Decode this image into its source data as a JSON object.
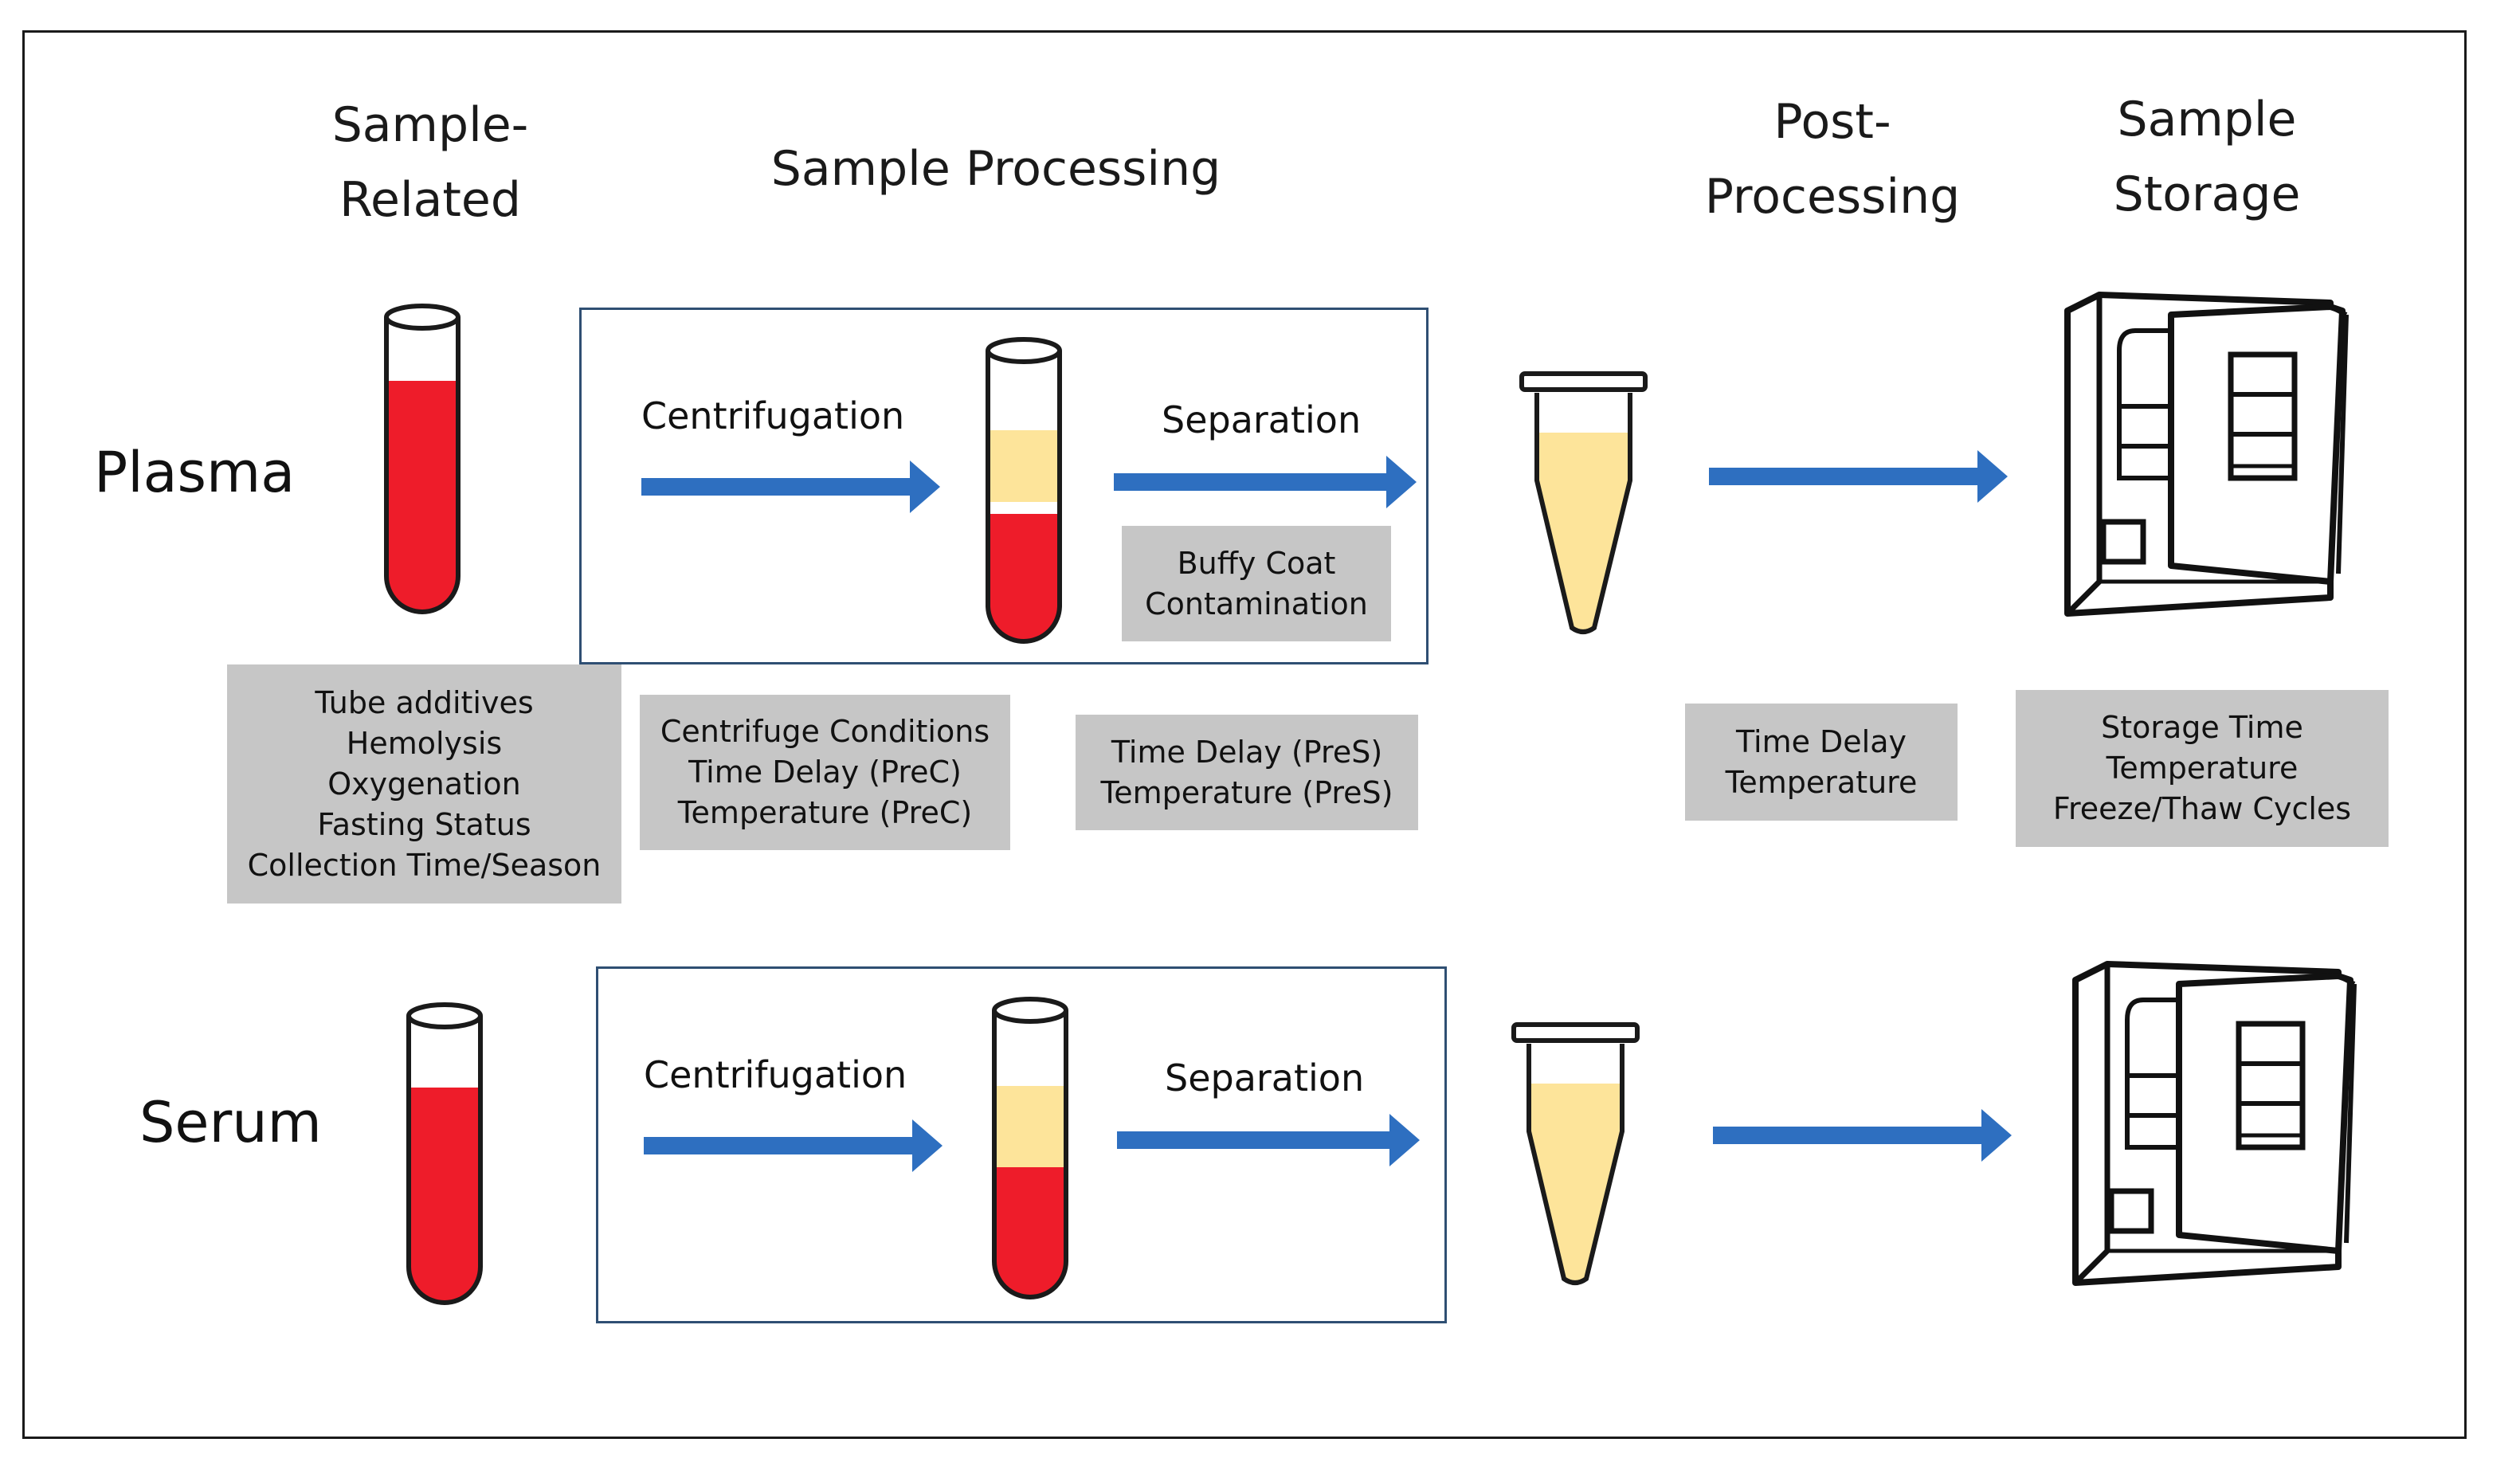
{
  "headers": {
    "sample_related": [
      "Sample-",
      "Related"
    ],
    "sample_processing": "Sample Processing",
    "post_processing": [
      "Post-",
      "Processing"
    ],
    "sample_storage": [
      "Sample",
      "Storage"
    ]
  },
  "rows": {
    "plasma": {
      "label": "Plasma",
      "centrifugation_label": "Centrifugation",
      "separation_label": "Separation",
      "buffy_coat": [
        "Buffy Coat",
        "Contamination"
      ]
    },
    "serum": {
      "label": "Serum",
      "centrifugation_label": "Centrifugation",
      "separation_label": "Separation"
    }
  },
  "factors": {
    "sample_related": [
      "Tube additives",
      "Hemolysis",
      "Oxygenation",
      "Fasting Status",
      "Collection Time/Season"
    ],
    "centrifugation": [
      "Centrifuge Conditions",
      "Time Delay (PreC)",
      "Temperature (PreC)"
    ],
    "separation": [
      "Time Delay (PreS)",
      "Temperature (PreS)"
    ],
    "post_processing": [
      "Time Delay",
      "Temperature"
    ],
    "storage": [
      "Storage Time",
      "Temperature",
      "Freeze/Thaw Cycles"
    ]
  },
  "colors": {
    "arrow": "#2e6fc0",
    "blood": "#ee1c2a",
    "plasma": "#fde49a",
    "box_border": "#2f4f73",
    "factor_box": "#c6c6c6"
  }
}
